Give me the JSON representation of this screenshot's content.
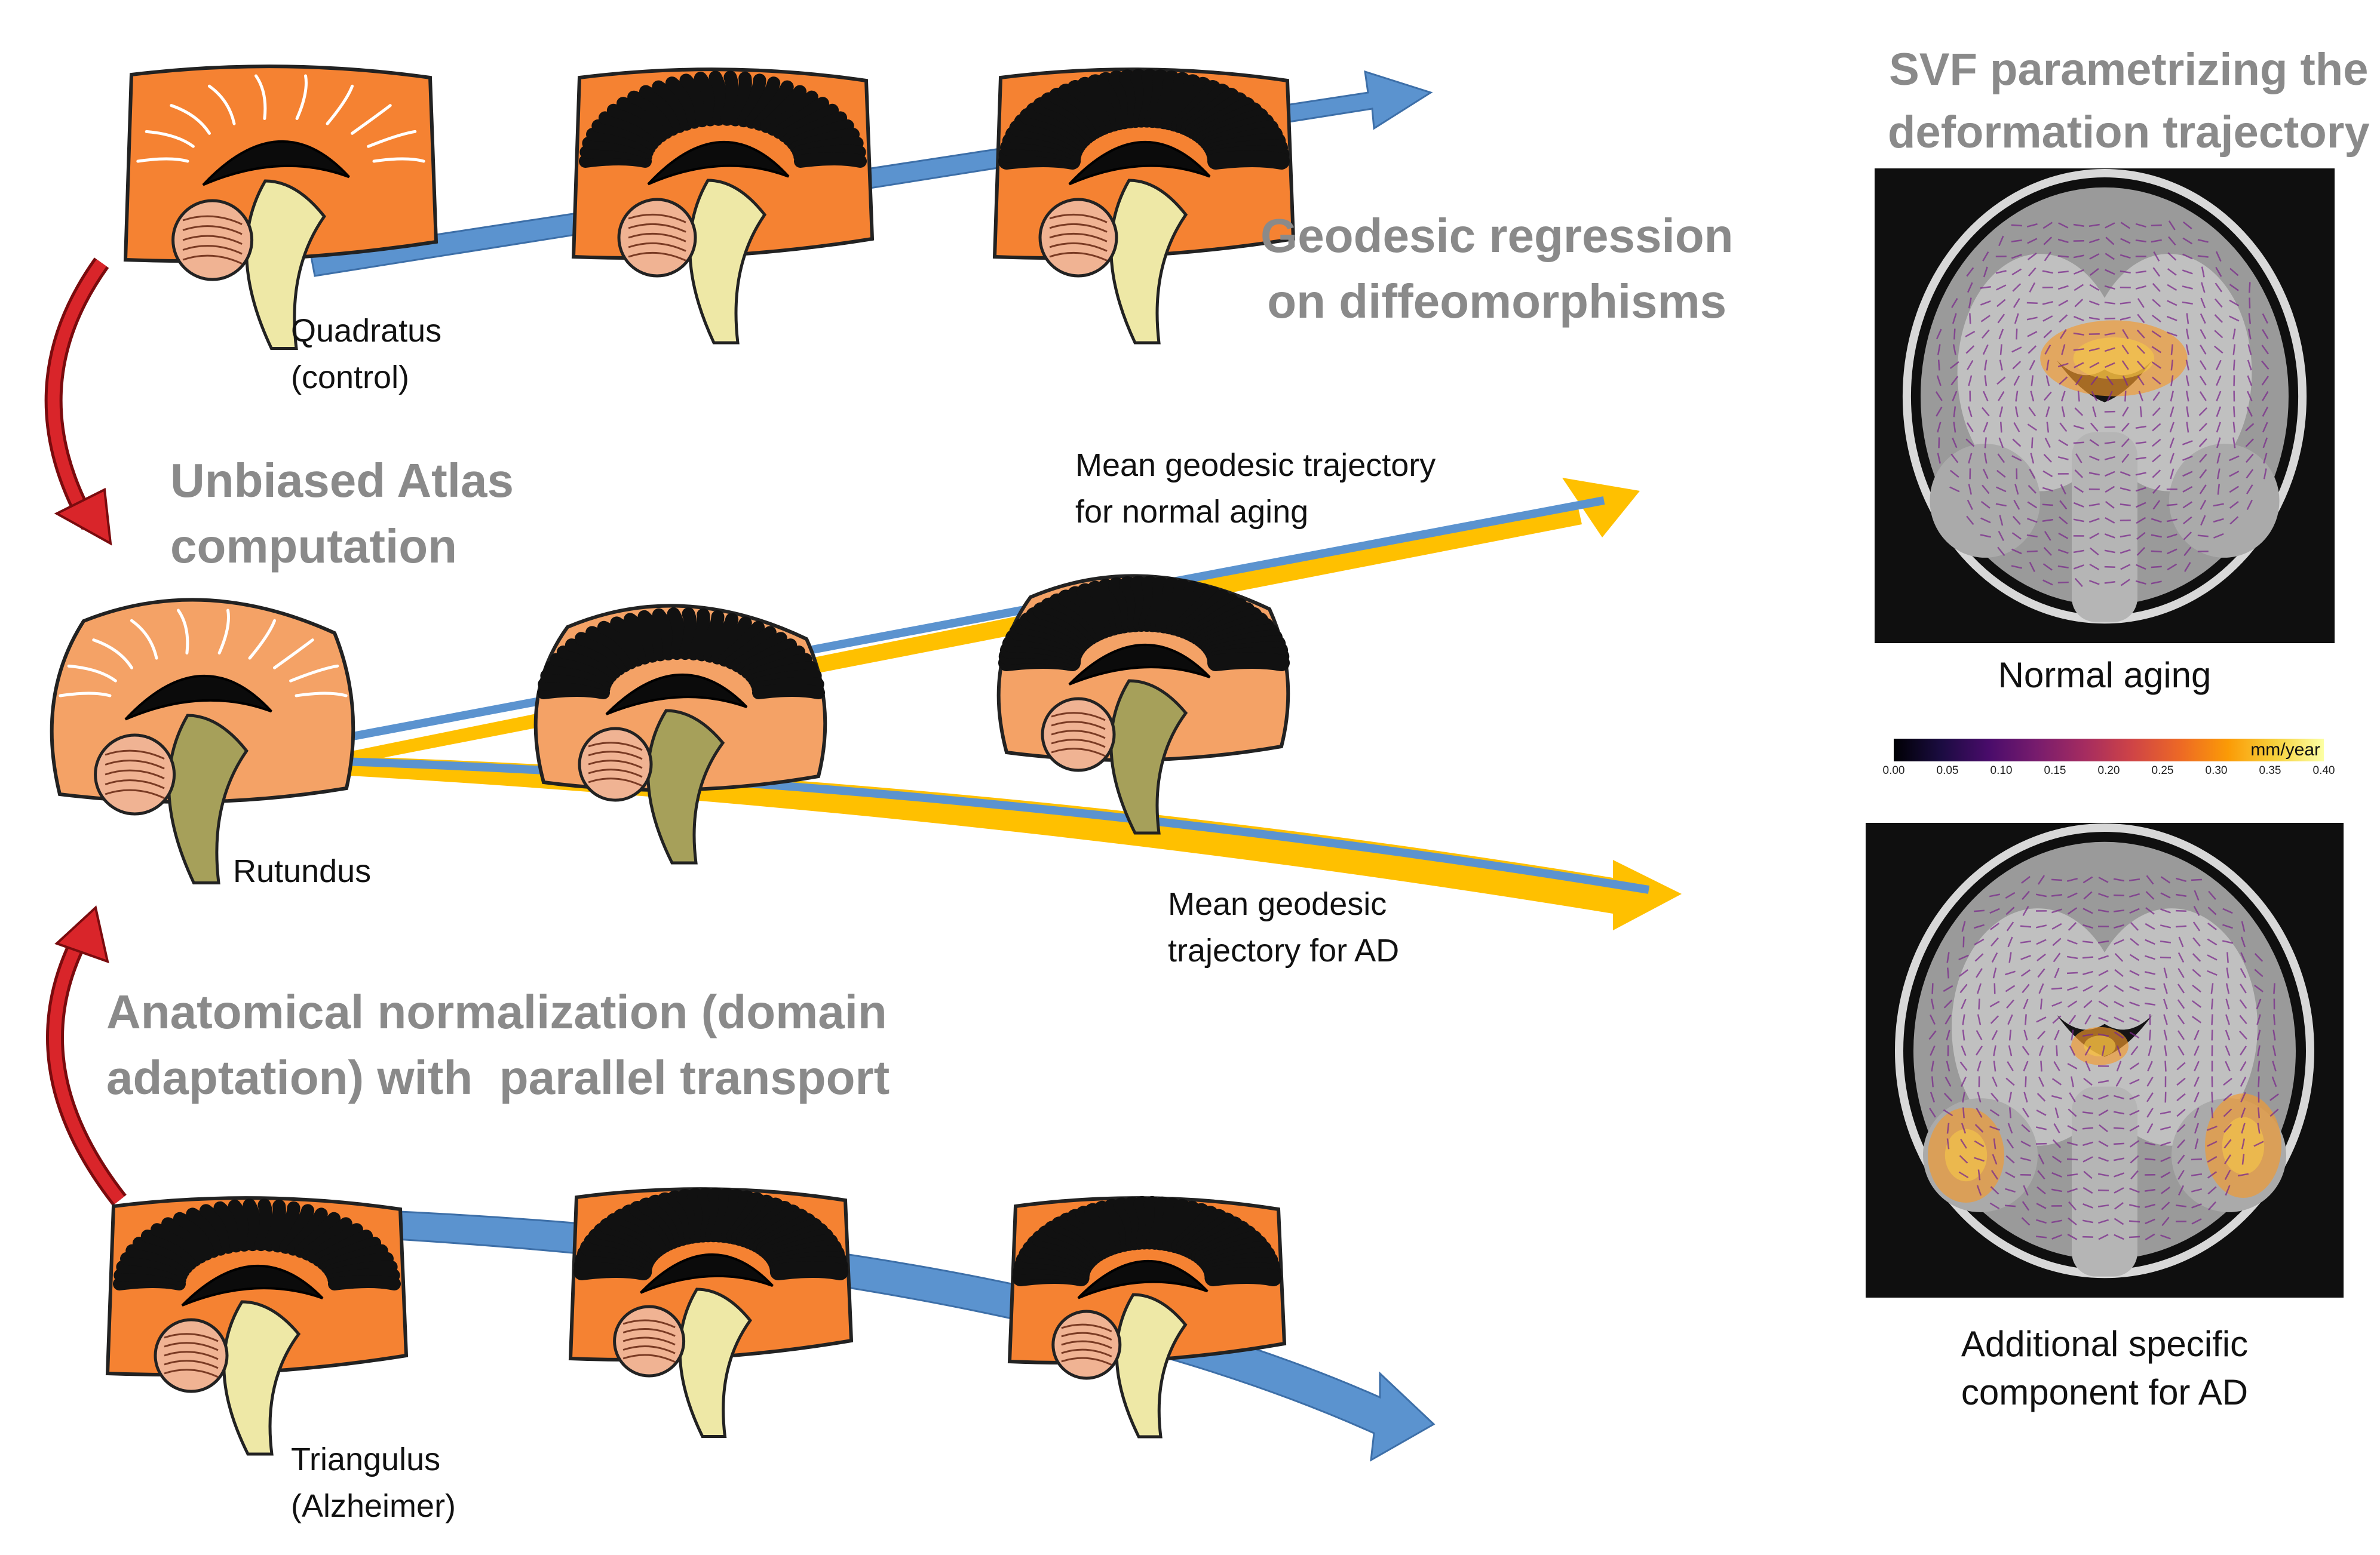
{
  "headings": {
    "geodesic_regression": "Geodesic regression\non diffeomorphisms",
    "unbiased_atlas": "Unbiased Atlas\ncomputation",
    "anatomical_normalization": "Anatomical normalization (domain\nadaptation) with  parallel transport",
    "svf_title": "SVF parametrizing the\ndeformation trajectory"
  },
  "subjects": {
    "control": "Quadratus\n(control)",
    "atlas": "Rutundus",
    "alzheimer": "Triangulus\n(Alzheimer)"
  },
  "trajectories": {
    "normal": "Mean geodesic trajectory\nfor normal aging",
    "ad": "Mean geodesic\ntrajectory for AD"
  },
  "mri": {
    "normal_caption": "Normal aging",
    "ad_caption": "Additional specific\ncomponent for AD"
  },
  "colorbar": {
    "unit": "mm/year",
    "ticks": [
      "0.00",
      "0.05",
      "0.10",
      "0.15",
      "0.20",
      "0.25",
      "0.30",
      "0.35",
      "0.40"
    ],
    "range": [
      0.0,
      0.4
    ]
  },
  "colors": {
    "heading_gray": "#8a8a8a",
    "brain_orange": "#f58232",
    "brain_orange_light": "#f4a266",
    "sulci": "#111111",
    "brainstem_pale": "#eee8a6",
    "brainstem_olive": "#a6a05a",
    "arrow_blue": "#5b93cf",
    "arrow_yellow": "#ffc000",
    "arrow_red": "#d9252a"
  }
}
